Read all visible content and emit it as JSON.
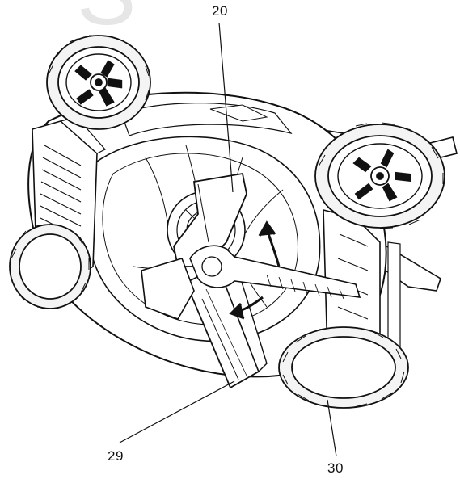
{
  "diagram": {
    "callouts": [
      {
        "id": "20",
        "label": "20"
      },
      {
        "id": "29",
        "label": "29"
      },
      {
        "id": "30",
        "label": "30"
      }
    ],
    "watermark_letter": "S"
  },
  "colors": {
    "ink": "#111111",
    "watermark": "#e6e6e6",
    "fill_light": "#ffffff",
    "fill_tire": "#f4f4f4"
  }
}
